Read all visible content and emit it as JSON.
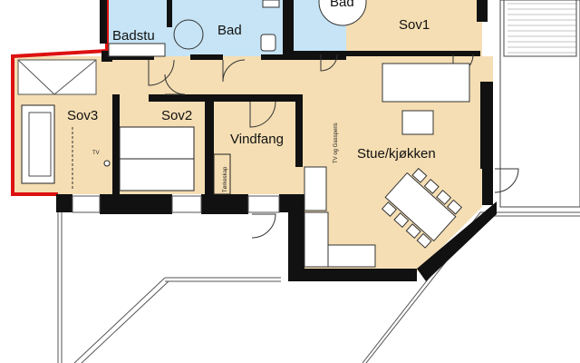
{
  "rooms": {
    "badstu": "Badstu",
    "bad_left": "Bad",
    "bad_right": "Bad",
    "sov1": "Sov1",
    "sov2": "Sov2",
    "sov3": "Sov3",
    "vindfang": "Vindfang",
    "stue": "Stue/kjøkken"
  },
  "labels": {
    "tv_sov3": "TV",
    "torkeskap": "Tørkeskap",
    "tv_og_garderobe": "TV og Gassperis"
  },
  "colors": {
    "floor": "#f5deb3",
    "wet_room": "#c6e4f5",
    "wall": "#111111",
    "highlight": "#dd1111",
    "furniture": "#ffffff"
  }
}
